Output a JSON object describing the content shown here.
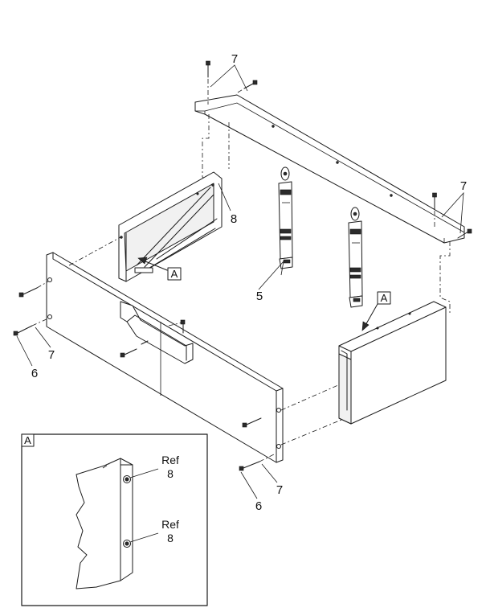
{
  "callouts": {
    "c7_top": "7",
    "c7_right": "7",
    "c8": "8",
    "c5": "5",
    "c7_left": "7",
    "c6_left": "6",
    "c7_bottom": "7",
    "c6_bottom": "6",
    "view_a_left": "A",
    "view_a_right": "A",
    "detail_box_label": "A",
    "ref_top_word": "Ref",
    "ref_top_num": "8",
    "ref_bottom_word": "Ref",
    "ref_bottom_num": "8"
  }
}
